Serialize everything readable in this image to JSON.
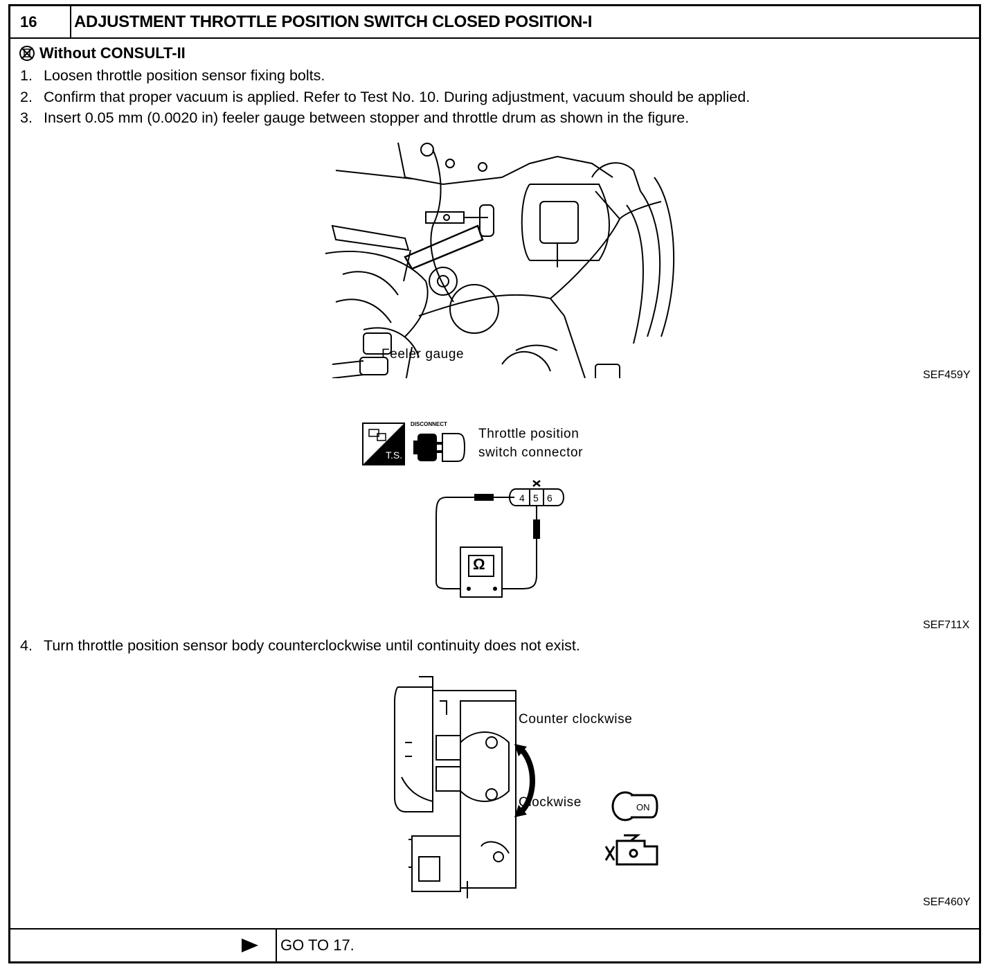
{
  "header": {
    "step_number": "16",
    "title": "ADJUSTMENT THROTTLE POSITION SWITCH CLOSED POSITION-I"
  },
  "mode": {
    "icon": "no-consult-icon",
    "label": "Without CONSULT-II"
  },
  "steps": [
    {
      "num": "1.",
      "text": "Loosen throttle position sensor fixing bolts."
    },
    {
      "num": "2.",
      "text": "Confirm that proper vacuum is applied. Refer to Test No. 10. During adjustment, vacuum should be applied."
    },
    {
      "num": "3.",
      "text": "Insert 0.05 mm (0.0020 in) feeler gauge between stopper and throttle drum as shown in the figure."
    }
  ],
  "figure1": {
    "callout": "Feeler gauge",
    "code": "SEF459Y"
  },
  "figure2": {
    "ts_label": "T.S.",
    "disconnect_label": "DISCONNECT",
    "connector_label_line1": "Throttle position",
    "connector_label_line2": "switch connector",
    "pins": [
      "4",
      "5",
      "6"
    ],
    "meter_symbol": "Ω",
    "code": "SEF711X"
  },
  "step4": {
    "num": "4.",
    "text": "Turn throttle position sensor body counterclockwise until continuity does not exist."
  },
  "figure3": {
    "label_ccw": "Counter clockwise",
    "label_cw": "Clockwise",
    "ignition_label": "ON",
    "code": "SEF460Y"
  },
  "footer": {
    "goto": "GO TO 17."
  }
}
